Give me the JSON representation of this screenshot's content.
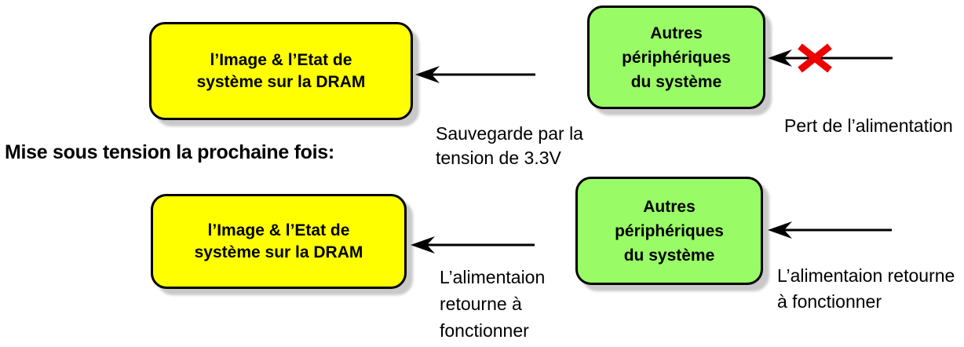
{
  "colors": {
    "box_yellow": "#FFFF00",
    "box_green": "#99FB66",
    "border_black": "#000000",
    "shadow_gray": "#C9C9C9",
    "cross_red": "#EE0000"
  },
  "heading": {
    "text": "Mise sous tension la prochaine fois:"
  },
  "power_loss_flow": {
    "dram_box": {
      "lines": [
        "l’Image & l’Etat de",
        "système sur la DRAM"
      ]
    },
    "peripherals_box": {
      "lines": [
        "Autres",
        "périphériques",
        "du système"
      ]
    },
    "backup_label": {
      "lines": [
        "Sauvegarde par la",
        "tension de 3.3V"
      ]
    },
    "power_loss_label": {
      "text": "Pert de l’alimentation"
    }
  },
  "power_restore_flow": {
    "dram_box": {
      "lines": [
        "l’Image & l’Etat de",
        "système sur la DRAM"
      ]
    },
    "peripherals_box": {
      "lines": [
        "Autres",
        "périphériques",
        "du système"
      ]
    },
    "dram_restore_label": {
      "lines": [
        "L’alimentaion",
        "retourne à",
        "fonctionner"
      ]
    },
    "peripherals_restore_label": {
      "lines": [
        "L’alimentaion retourne",
        "à fonctionner"
      ]
    }
  }
}
